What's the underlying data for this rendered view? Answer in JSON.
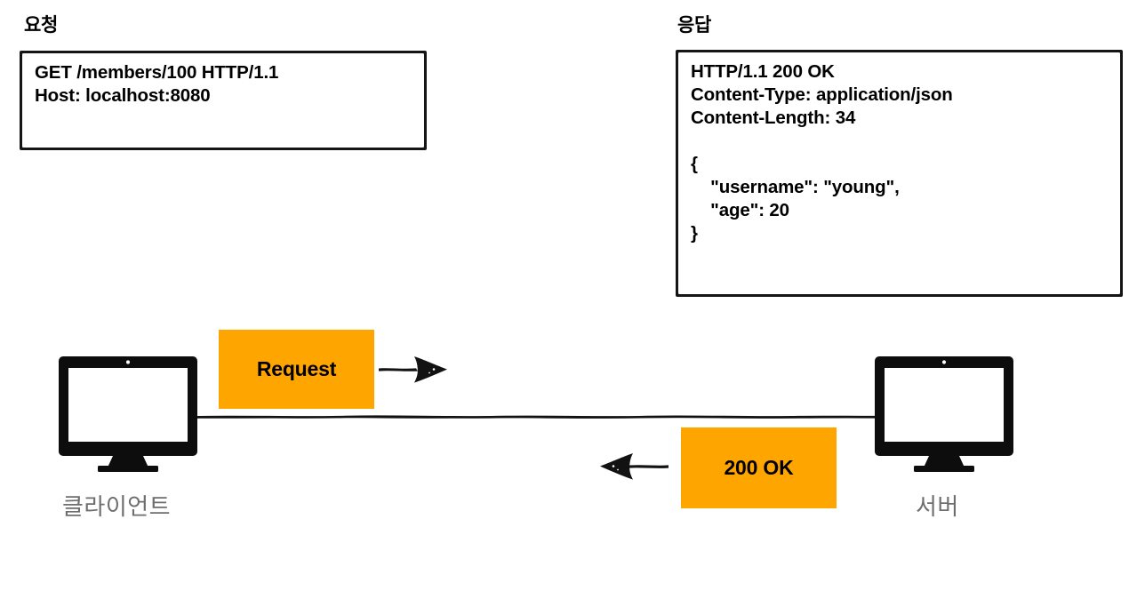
{
  "theme": {
    "accent_orange": "#ffa500",
    "ink": "#000000",
    "label_gray": "#6e6e6e",
    "background": "#ffffff"
  },
  "request_section": {
    "heading": "요청",
    "message": "GET /members/100 HTTP/1.1\nHost: localhost:8080"
  },
  "response_section": {
    "heading": "응답",
    "message": "HTTP/1.1 200 OK\nContent-Type: application/json\nContent-Length: 34\n\n{\n    \"username\": \"young\",\n    \"age\": 20\n}"
  },
  "flow": {
    "request_chip_label": "Request",
    "response_chip_label": "200 OK",
    "request_arrow_icon": "arrow-right-icon",
    "response_arrow_icon": "arrow-left-icon",
    "connection_icon": "connection-line-icon"
  },
  "nodes": {
    "client": {
      "label": "클라이언트",
      "icon": "desktop-monitor-icon"
    },
    "server": {
      "label": "서버",
      "icon": "desktop-monitor-icon"
    }
  }
}
